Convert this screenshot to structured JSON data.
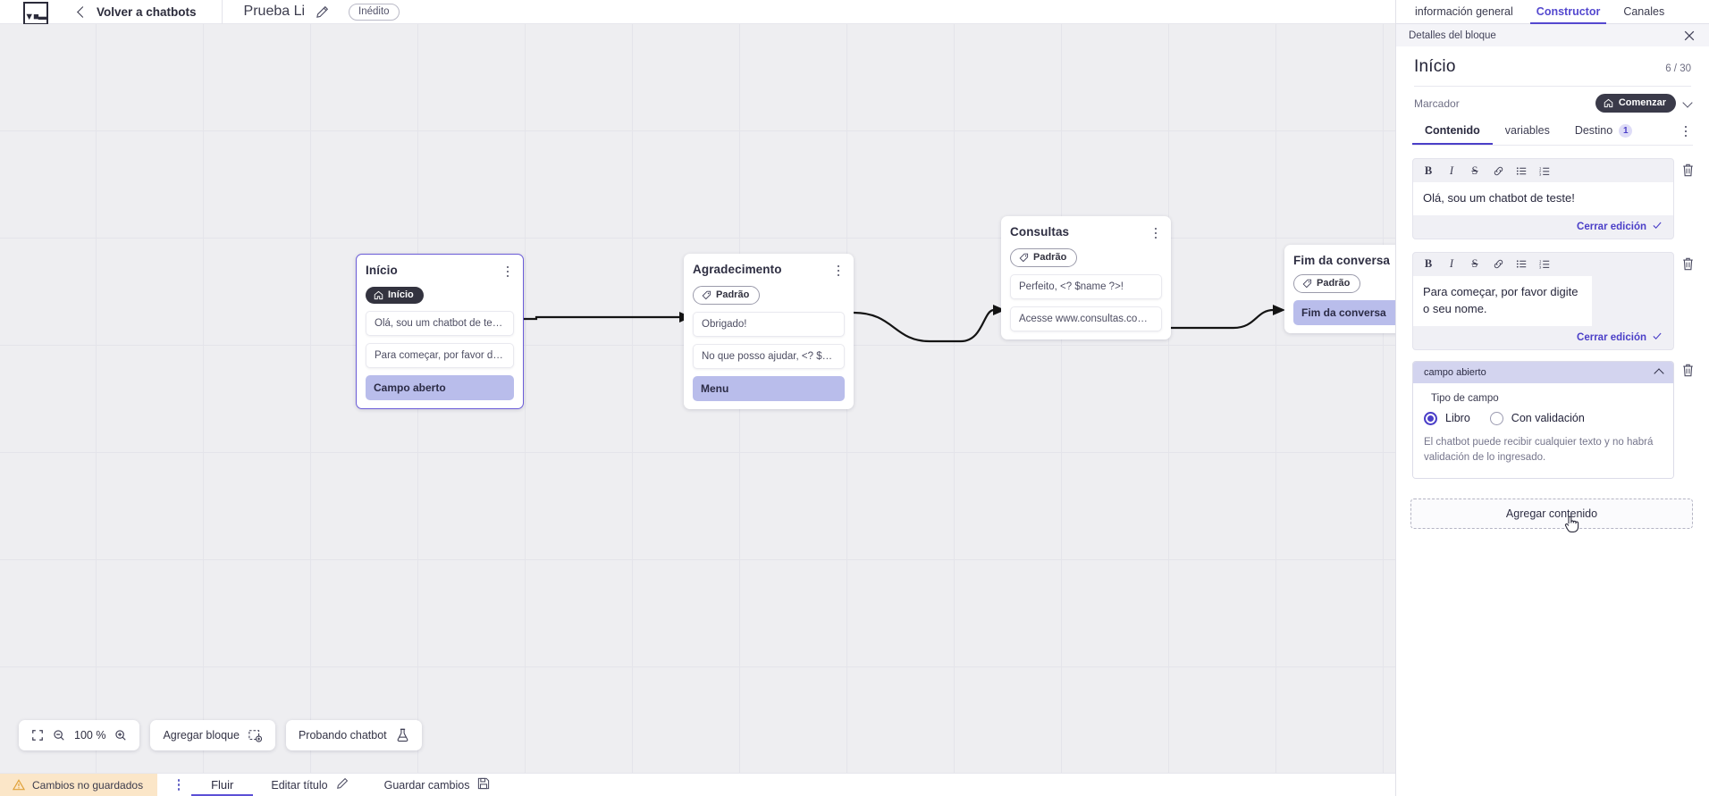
{
  "topbar": {
    "logo_icon": "chatbot-logo-icon",
    "back_icon": "chevron-left-icon",
    "back_label": "Volver a chatbots",
    "bot_name": "Prueba Li",
    "edit_icon": "pencil-icon",
    "status_badge": "Inédito"
  },
  "canvas": {
    "nodes": [
      {
        "id": "inicio",
        "title": "Início",
        "tag": "Início",
        "tag_style": "dark",
        "tag_icon": "home-icon",
        "selected": true,
        "rows": [
          {
            "text": "Olá, sou um chatbot de teste!",
            "style": "plain"
          },
          {
            "text": "Para começar, por favor digite o ...",
            "style": "plain"
          },
          {
            "text": "Campo aberto",
            "style": "accent"
          }
        ]
      },
      {
        "id": "agradecimento",
        "title": "Agradecimento",
        "tag": "Padrão",
        "tag_style": "light",
        "tag_icon": "tag-icon",
        "selected": false,
        "rows": [
          {
            "text": "Obrigado!",
            "style": "plain"
          },
          {
            "text": "No que posso ajudar, <? $name ...",
            "style": "plain"
          },
          {
            "text": "Menu",
            "style": "accent"
          }
        ]
      },
      {
        "id": "consultas",
        "title": "Consultas",
        "tag": "Padrão",
        "tag_style": "light",
        "tag_icon": "tag-icon",
        "selected": false,
        "rows": [
          {
            "text": "Perfeito, <? $name ?>!",
            "style": "plain"
          },
          {
            "text": "Acesse www.consultas.com par...",
            "style": "plain"
          }
        ]
      },
      {
        "id": "fim",
        "title": "Fim da conversa",
        "tag": "Padrão",
        "tag_style": "light",
        "tag_icon": "tag-icon",
        "selected": false,
        "rows": [
          {
            "text": "Fim da conversa",
            "style": "accent"
          }
        ]
      }
    ],
    "toolbar": {
      "fit_icon": "fit-screen-icon",
      "zoom_out_icon": "zoom-out-icon",
      "zoom_level": "100 %",
      "zoom_in_icon": "zoom-in-icon",
      "add_block_label": "Agregar bloque",
      "add_block_icon": "add-block-icon",
      "test_label": "Probando chatbot",
      "test_icon": "flask-icon"
    }
  },
  "footer": {
    "warn_icon": "warning-icon",
    "unsaved_label": "Cambios no guardados",
    "kebab_icon": "more-vertical-icon",
    "tab_flow": "Fluir",
    "edit_title_label": "Editar título",
    "edit_title_icon": "pencil-icon",
    "save_label": "Guardar cambios",
    "save_icon": "save-disk-icon"
  },
  "panel": {
    "tabs": [
      {
        "label": "información general",
        "active": false
      },
      {
        "label": "Constructor",
        "active": true
      },
      {
        "label": "Canales",
        "active": false
      }
    ],
    "subheader": "Detalles del bloque",
    "close_icon": "close-icon",
    "block_title": "Início",
    "block_count": "6 / 30",
    "marker_label": "Marcador",
    "marker_chip": "Comenzar",
    "marker_chip_icon": "home-icon",
    "marker_chevron_icon": "chevron-down-icon",
    "content_tabs": [
      {
        "label": "Contenido",
        "active": true,
        "badge": null
      },
      {
        "label": "variables",
        "active": false,
        "badge": null
      },
      {
        "label": "Destino",
        "active": false,
        "badge": "1"
      }
    ],
    "content_kebab_icon": "more-vertical-icon",
    "rt_toolbar_icons": [
      "bold-icon",
      "italic-icon",
      "strikethrough-icon",
      "link-icon",
      "bullet-list-icon",
      "numbered-list-icon"
    ],
    "rt_toolbar_glyphs": [
      "B",
      "I",
      "S",
      "⚭",
      "≡",
      "≣"
    ],
    "blocks": [
      {
        "type": "richtext",
        "text": "Olá, sou um chatbot de teste!",
        "close_label": "Cerrar edición",
        "check_icon": "check-icon",
        "delete_icon": "trash-icon"
      },
      {
        "type": "richtext",
        "text": "Para começar, por favor digite o seu nome.",
        "close_label": "Cerrar edición",
        "check_icon": "check-icon",
        "delete_icon": "trash-icon"
      }
    ],
    "field_block": {
      "header": "campo abierto",
      "collapse_icon": "chevron-up-icon",
      "delete_icon": "trash-icon",
      "type_label": "Tipo de campo",
      "options": [
        {
          "label": "Libro",
          "selected": true
        },
        {
          "label": "Con validación",
          "selected": false
        }
      ],
      "help_text": "El chatbot puede recibir cualquier texto y no habrá validación de lo ingresado."
    },
    "add_content_label": "Agregar contenido",
    "cursor_icon": "pointer-hand-cursor"
  },
  "colors": {
    "accent": "#4b3fc8",
    "node_accent_row": "#b9bdeb",
    "dark_chip": "#3a3a49",
    "warn_bg": "#fbe6c8",
    "canvas_bg": "#eeeef1"
  }
}
